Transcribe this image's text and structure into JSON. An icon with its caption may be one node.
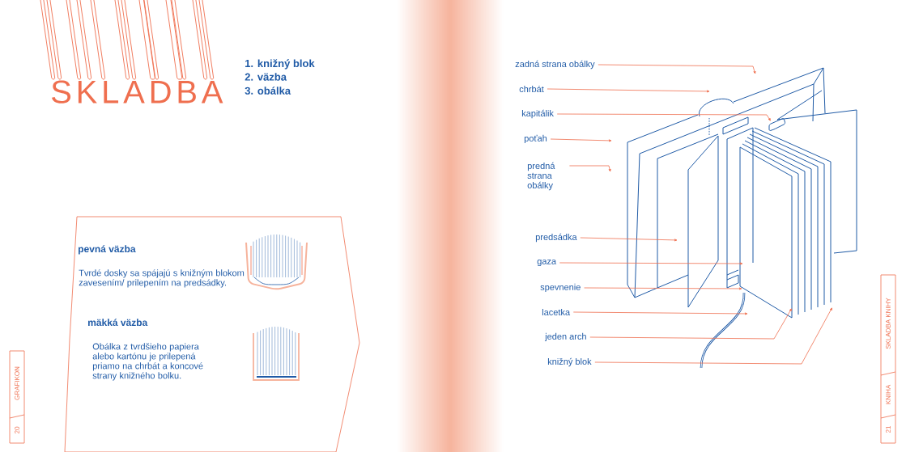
{
  "diagram": {
    "title": "SKLADBA",
    "nodes": [
      {
        "text": [
          "pevná väzba",
          "Tvrdé dosky sa spájajú s knižným blokom zavesením/ prilepením na predsádky.",
          "mäkká väzba",
          "Obálka z tvrdšieho papiera alebo kartónu je prilepená priamo na chrbát a koncové strany knižného bolku."
        ]
      },
      {
        "text": [
          "20",
          "GRAFIKON"
        ]
      },
      {
        "text": [
          "zadná strana obálky"
        ]
      },
      {
        "text": [
          "chrbát"
        ]
      },
      {
        "text": [
          "kapitálik"
        ]
      },
      {
        "text": [
          "poťah"
        ]
      },
      {
        "text": [
          "predná strana obálky"
        ]
      },
      {
        "text": [
          "predsádka"
        ]
      },
      {
        "text": [
          "gaza"
        ]
      },
      {
        "text": [
          "spevnenie"
        ]
      },
      {
        "text": [
          "lacetka"
        ]
      },
      {
        "text": [
          "jeden arch"
        ]
      },
      {
        "text": [
          "knižný blok"
        ]
      },
      {
        "text": [
          "21",
          "KNIHA",
          "SKLADBA KNIHY"
        ]
      }
    ],
    "edges": [
      {
        "from": 2,
        "to": null,
        "arrow": "to"
      },
      {
        "from": 3,
        "to": null,
        "arrow": "to"
      },
      {
        "from": 4,
        "to": null,
        "arrow": "to"
      },
      {
        "from": 5,
        "to": null,
        "arrow": "to"
      },
      {
        "from": 6,
        "to": null,
        "arrow": "to"
      },
      {
        "from": 7,
        "to": null,
        "arrow": "to"
      },
      {
        "from": 8,
        "to": null,
        "arrow": "to"
      },
      {
        "from": 9,
        "to": null,
        "arrow": "to"
      },
      {
        "from": 10,
        "to": null,
        "arrow": "to"
      },
      {
        "from": 11,
        "to": null,
        "arrow": "to"
      },
      {
        "from": 12,
        "to": null,
        "arrow": "to"
      }
    ],
    "labels": [
      "1. knižný blok",
      "2. väzba",
      "3. obálka"
    ]
  }
}
